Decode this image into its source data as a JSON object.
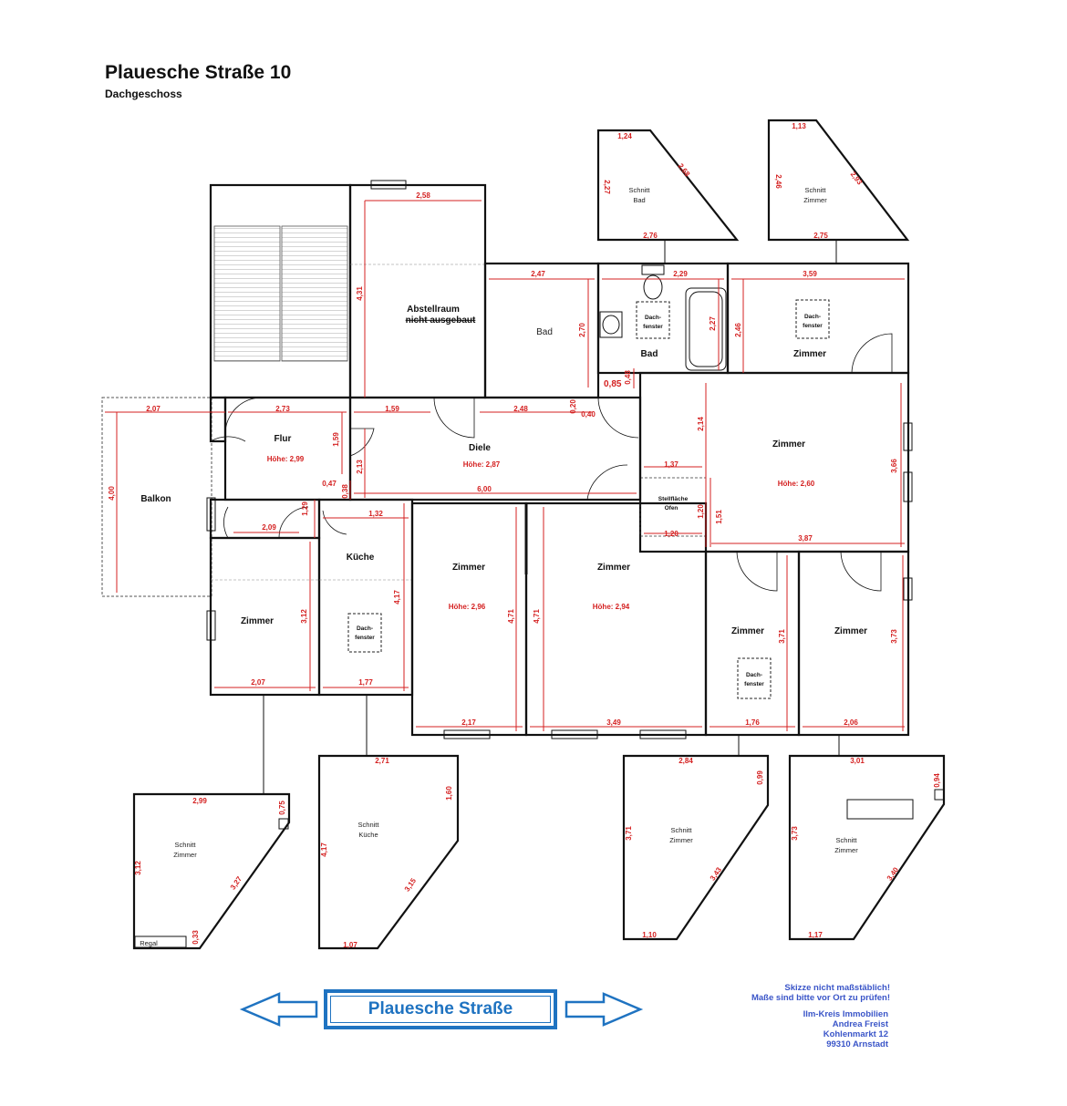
{
  "header": {
    "title": "Plauesche Straße 10",
    "subtitle": "Dachgeschoss"
  },
  "rooms": {
    "abstellraum": "Abstellraum",
    "abstellraum_note": "nicht ausgebaut",
    "bad1": "Bad",
    "bad2": "Bad",
    "zimmer": "Zimmer",
    "flur": "Flur",
    "diele": "Diele",
    "balkon": "Balkon",
    "kueche": "Küche",
    "stellflaeche1": "Stellfläche",
    "stellflaeche2": "Ofen",
    "dachfenster1": "Dach-",
    "dachfenster2": "fenster",
    "regal": "Regal",
    "schnitt": "Schnitt",
    "schnitt_bad": "Bad",
    "schnitt_zimmer": "Zimmer",
    "schnitt_kueche": "Küche"
  },
  "heights": {
    "flur": "Höhe:  2,99",
    "diele": "Höhe:  2,87",
    "zimmer_ost": "Höhe:  2,60",
    "zimmer_mitte1": "Höhe:  2,96",
    "zimmer_mitte2": "Höhe:  2,94"
  },
  "dims": {
    "d258": "2,58",
    "d431": "4,31",
    "d247": "2,47",
    "d270": "2,70",
    "d229": "2,29",
    "d227": "2,27",
    "d359": "3,59",
    "d246": "2,46",
    "d085": "0,85",
    "d048": "0,48",
    "d020": "0,20",
    "d040": "0,40",
    "d207a": "2,07",
    "d273": "2,73",
    "d159a": "1,59",
    "d159b": "1,59",
    "d248": "2,48",
    "d214": "2,14",
    "d400": "4,00",
    "d213": "2,13",
    "d047": "0,47",
    "d038": "0,38",
    "d600": "6,00",
    "d137": "1,37",
    "d366": "3,66",
    "d209": "2,09",
    "d129": "1,29",
    "d132": "1,32",
    "d120a": "1,20",
    "d151": "1,51",
    "d120b": "1,20",
    "d387": "3,87",
    "d312": "3,12",
    "d417": "4,17",
    "d471a": "4,71",
    "d471b": "4,71",
    "d371": "3,71",
    "d373": "3,73",
    "d207b": "2,07",
    "d177": "1,77",
    "d217": "2,17",
    "d349": "3,49",
    "d176": "1,76",
    "d206": "2,06"
  },
  "sections": {
    "bad": {
      "top": "1,24",
      "left": "2,27",
      "diag": "2,68",
      "bottom": "2,76"
    },
    "zimmer_top": {
      "top": "1,13",
      "left": "2,46",
      "diag": "2,93",
      "bottom": "2,75"
    },
    "zimmer_sw": {
      "top": "2,99",
      "right": "0,75",
      "left": "3,12",
      "diag": "3,27",
      "bottom": "0,33"
    },
    "kueche": {
      "top": "2,71",
      "right": "1,60",
      "left": "4,17",
      "diag": "3,15",
      "bottom": "1,07"
    },
    "zimmer_s1": {
      "top": "2,84",
      "right": "0,99",
      "left": "3,71",
      "diag": "3,43",
      "bottom": "1,10"
    },
    "zimmer_s2": {
      "top": "3,01",
      "right": "0,94",
      "left": "3,73",
      "diag": "3,40",
      "bottom": "1,17"
    }
  },
  "street": "Plauesche Straße",
  "notes": {
    "line1": "Skizze nicht maßstäblich!",
    "line2": "Maße sind bitte vor Ort zu prüfen!"
  },
  "agent": {
    "line1": "Ilm-Kreis Immobilien",
    "line2": "Andrea Freist",
    "line3": "Kohlenmarkt 12",
    "line4": "99310 Arnstadt"
  },
  "colors": {
    "walls": "#111111",
    "dimensions": "#d42020",
    "street": "#1f73c1",
    "note_text": "#3a55c8"
  }
}
